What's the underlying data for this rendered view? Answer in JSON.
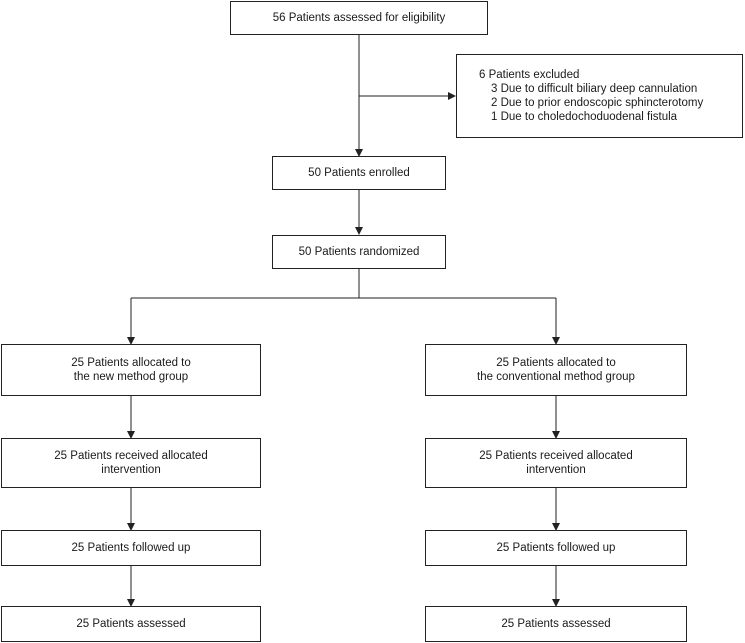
{
  "flow": {
    "assessed": "56 Patients assessed for eligibility",
    "excluded": {
      "title": "6 Patients excluded",
      "reasons": [
        "3 Due to difficult biliary deep cannulation",
        "2 Due to prior endoscopic sphincterotomy",
        "1 Due to choledochoduodenal fistula"
      ]
    },
    "enrolled": "50 Patients enrolled",
    "randomized": "50 Patients randomized",
    "left_arm": {
      "allocated_line1": "25 Patients allocated to",
      "allocated_line2": "the new method group",
      "received_line1": "25 Patients received allocated",
      "received_line2": "intervention",
      "followed": "25 Patients followed up",
      "assessed": "25 Patients assessed"
    },
    "right_arm": {
      "allocated_line1": "25 Patients allocated to",
      "allocated_line2": "the conventional method group",
      "received_line1": "25 Patients received allocated",
      "received_line2": "intervention",
      "followed": "25 Patients followed up",
      "assessed": "25 Patients assessed"
    }
  }
}
